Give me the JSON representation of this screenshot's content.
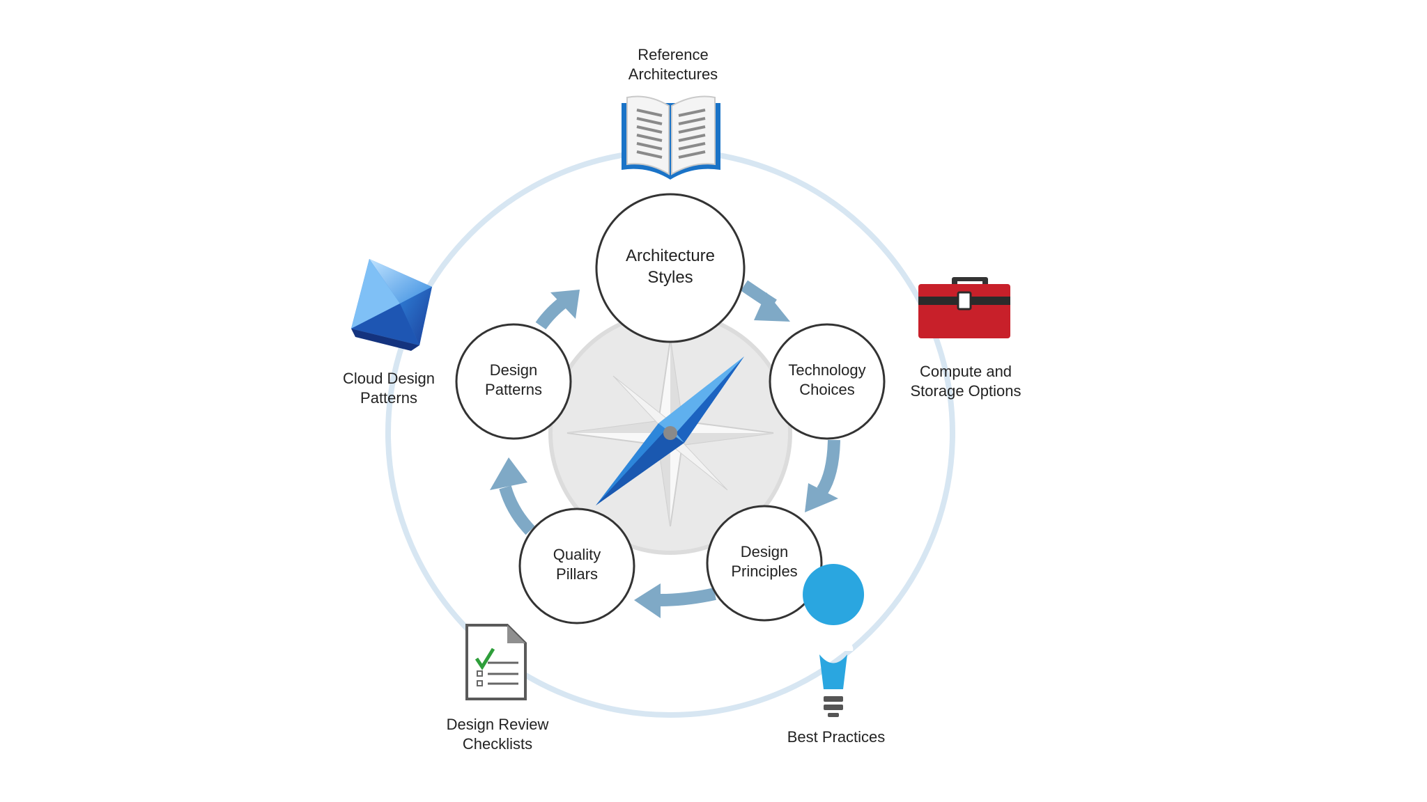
{
  "center": {
    "icon": "compass-icon"
  },
  "cycle": {
    "nodes": [
      {
        "id": "architecture-styles",
        "lines": [
          "Architecture",
          "Styles"
        ]
      },
      {
        "id": "technology-choices",
        "lines": [
          "Technology",
          "Choices"
        ]
      },
      {
        "id": "design-principles",
        "lines": [
          "Design",
          "Principles"
        ]
      },
      {
        "id": "quality-pillars",
        "lines": [
          "Quality",
          "Pillars"
        ]
      },
      {
        "id": "design-patterns",
        "lines": [
          "Design",
          "Patterns"
        ]
      }
    ]
  },
  "resources": {
    "items": [
      {
        "id": "reference-architectures",
        "icon": "book-icon",
        "lines": [
          "Reference",
          "Architectures"
        ]
      },
      {
        "id": "compute-storage",
        "icon": "toolbox-icon",
        "lines": [
          "Compute and",
          "Storage Options"
        ]
      },
      {
        "id": "best-practices",
        "icon": "lightbulb-cloud-icon",
        "lines": [
          "Best Practices"
        ]
      },
      {
        "id": "design-review-checklists",
        "icon": "checklist-icon",
        "lines": [
          "Design Review",
          "Checklists"
        ]
      },
      {
        "id": "cloud-design-patterns",
        "icon": "crystal-icon",
        "lines": [
          "Cloud Design",
          "Patterns"
        ]
      }
    ]
  },
  "colors": {
    "outer_ring": "#cfe0ee",
    "arrow": "#7fa9c6",
    "node_stroke": "#333333",
    "compass_blue": "#1f6fc6",
    "toolbox_red": "#c8202a",
    "book_blue": "#1a73c7",
    "bulb_blue": "#2aa6e0"
  }
}
